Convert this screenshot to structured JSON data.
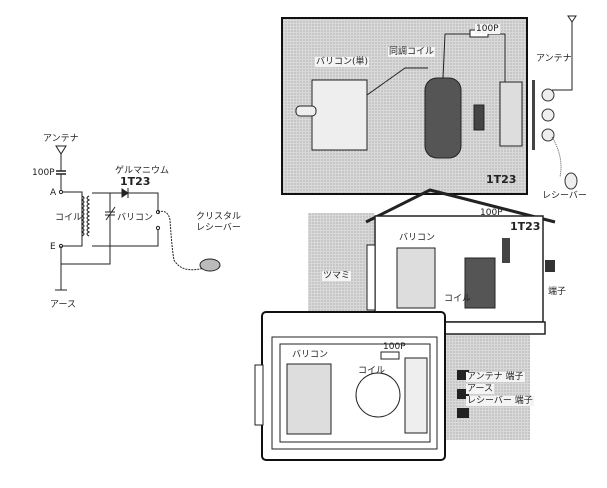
{
  "schematic": {
    "antenna": "アンテナ",
    "capacitor": "100P",
    "terminal_a": "A",
    "terminal_e": "E",
    "coil": "コイル",
    "variable_capacitor": "バリコン",
    "diode_type": "ゲルマニウム",
    "diode_model": "1T23",
    "receiver_line1": "クリスタル",
    "receiver_line2": "レシーバー",
    "earth": "アース"
  },
  "photo_view": {
    "variable_capacitor": "バリコン(単)",
    "tuning_coil": "同調コイル",
    "capacitor": "100P",
    "antenna": "アンテナ",
    "diode_model": "1T23",
    "receiver": "レシーバー"
  },
  "house_view": {
    "capacitor": "100P",
    "diode_model": "1T23",
    "variable_capacitor": "バリコン",
    "knob": "ツマミ",
    "coil": "コイル",
    "terminal": "端子"
  },
  "top_view": {
    "variable_capacitor": "バリコン",
    "capacitor": "100P",
    "coil": "コイル",
    "antenna_terminal": "アンテナ 端子",
    "earth": "アース",
    "receiver_terminal": "レシーバー 端子"
  }
}
